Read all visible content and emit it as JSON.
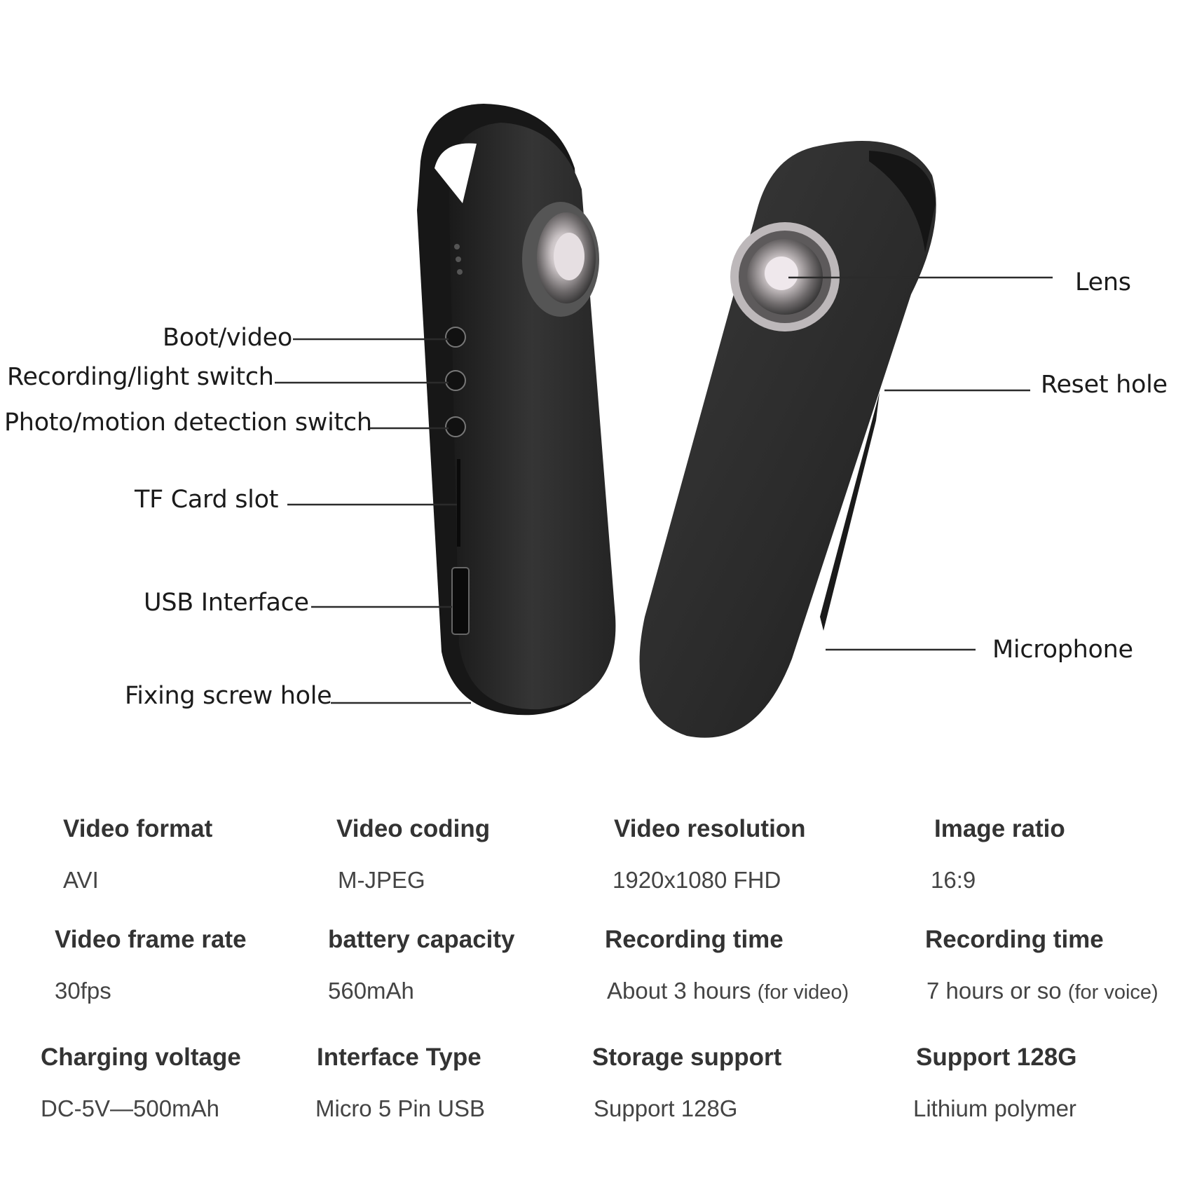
{
  "callouts": {
    "left": [
      {
        "id": "boot",
        "text": "Boot/video"
      },
      {
        "id": "rec",
        "text": "Recording/light switch"
      },
      {
        "id": "photo",
        "text": "Photo/motion detection switch"
      },
      {
        "id": "tf",
        "text": "TF Card slot"
      },
      {
        "id": "usb",
        "text": "USB Interface"
      },
      {
        "id": "screw",
        "text": "Fixing screw hole"
      }
    ],
    "right": [
      {
        "id": "lens",
        "text": "Lens"
      },
      {
        "id": "reset",
        "text": "Reset hole"
      },
      {
        "id": "mic",
        "text": "Microphone"
      }
    ]
  },
  "specs": [
    {
      "title": "Video format",
      "value": "AVI",
      "note": ""
    },
    {
      "title": "Video coding",
      "value": "M-JPEG",
      "note": ""
    },
    {
      "title": "Video resolution",
      "value": "1920x1080 FHD",
      "note": ""
    },
    {
      "title": "Image ratio",
      "value": "16:9",
      "note": ""
    },
    {
      "title": "Video frame rate",
      "value": "30fps",
      "note": ""
    },
    {
      "title": "battery capacity",
      "value": "560mAh",
      "note": ""
    },
    {
      "title": "Recording time",
      "value": "About 3 hours",
      "note": "(for video)"
    },
    {
      "title": "Recording time",
      "value": "7 hours or so",
      "note": "(for voice)"
    },
    {
      "title": "Charging voltage",
      "value": "DC-5V—500mAh",
      "note": ""
    },
    {
      "title": "Interface Type",
      "value": "Micro 5 Pin USB",
      "note": ""
    },
    {
      "title": "Storage support",
      "value": "Support 128G",
      "note": ""
    },
    {
      "title": "Support 128G",
      "value": "Lithium polymer",
      "note": ""
    }
  ],
  "colors": {
    "device_body": "#2a2a2a",
    "device_dark": "#141414",
    "leader_line": "#2b2b2b"
  }
}
